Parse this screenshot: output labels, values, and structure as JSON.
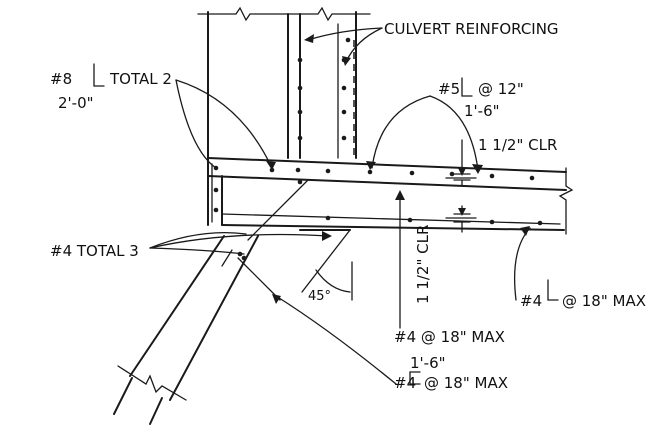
{
  "labels": {
    "culvert_reinforcing": "CULVERT REINFORCING",
    "bar8_mark": "#8",
    "bar8_total": "TOTAL 2",
    "bar8_length": "2'-0\"",
    "bar5_mark": "#5",
    "bar5_spacing": "@ 12\"",
    "bar5_length": "1'-6\"",
    "clr_top": "1 1/2\" CLR",
    "clr_vertical": "1 1/2\" CLR",
    "bar4_total_3": "#4 TOTAL 3",
    "angle_45": "45°",
    "bar4_bottom_right": "#4",
    "bar4_bottom_right_spacing": "@ 18\" MAX",
    "bar4_center": "#4 @ 18\" MAX",
    "bar4_hook_length": "1'-6\"",
    "bar4_hook_mark": "#4",
    "bar4_hook_spacing": "@ 18\" MAX"
  }
}
